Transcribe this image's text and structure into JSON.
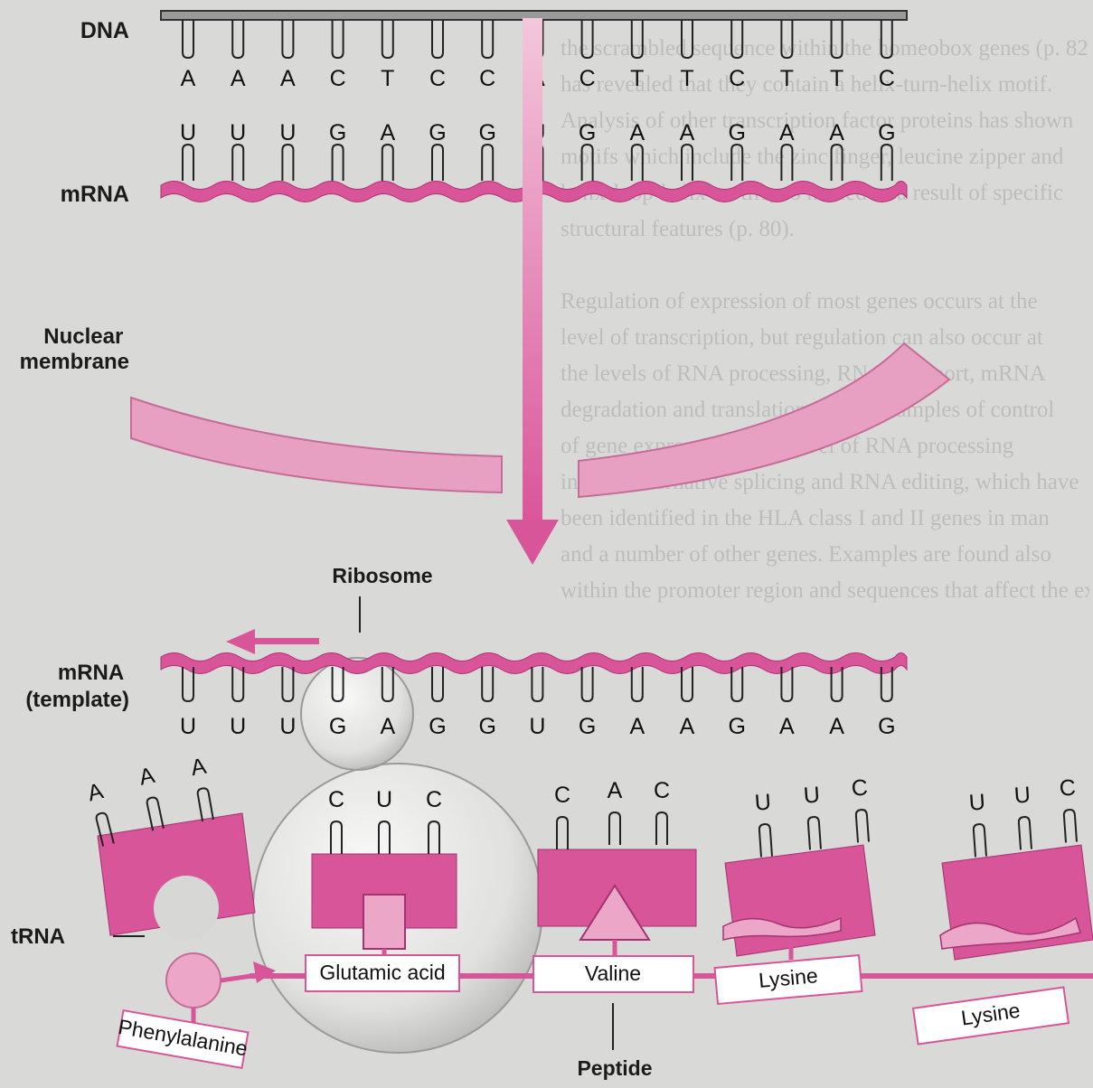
{
  "background_text": [
    "the scrambled sequence within the homeobox genes (p. 82",
    "has revealed that they contain a helix-turn-helix motif.",
    "Analysis of other transcription factor proteins has shown",
    "motifs which include the zinc finger, leucine zipper and",
    "helix-loop-helix motifs, so named as a result of specific",
    "structural features (p. 80).",
    "Regulation of expression of most genes occurs at the",
    "level of transcription, but regulation can also occur at",
    "the levels of RNA processing, RNA transport, mRNA",
    "degradation and translation. Some examples of control",
    "of gene expression at the level of RNA processing",
    "include alternative splicing and RNA editing, which have",
    "been identified in the HLA class I and II genes in man",
    "and a number of other genes. Examples are found also",
    "within the promoter region and sequences that affect the expression"
  ],
  "labels": {
    "dna": "DNA",
    "mrna": "mRNA",
    "nuclear_membrane": "Nuclear membrane",
    "ribosome": "Ribosome",
    "mrna_template": "mRNA (template)",
    "trna": "tRNA",
    "peptide": "Peptide"
  },
  "sequences": {
    "dna": [
      "A",
      "A",
      "A",
      "C",
      "T",
      "C",
      "C",
      "A",
      "C",
      "T",
      "T",
      "C",
      "T",
      "T",
      "C"
    ],
    "mrna": [
      "U",
      "U",
      "U",
      "G",
      "A",
      "G",
      "G",
      "U",
      "G",
      "A",
      "A",
      "G",
      "A",
      "A",
      "G"
    ],
    "mrna_template": [
      "U",
      "U",
      "U",
      "G",
      "A",
      "G",
      "G",
      "U",
      "G",
      "A",
      "A",
      "G",
      "A",
      "A",
      "G"
    ]
  },
  "anticodons": [
    {
      "bases": [
        "A",
        "A",
        "A"
      ]
    },
    {
      "bases": [
        "C",
        "U",
        "C"
      ]
    },
    {
      "bases": [
        "C",
        "A",
        "C"
      ]
    },
    {
      "bases": [
        "U",
        "U",
        "C"
      ]
    },
    {
      "bases": [
        "U",
        "U",
        "C"
      ]
    }
  ],
  "amino_acids": [
    "Phenylalanine",
    "Glutamic acid",
    "Valine",
    "Lysine",
    "Lysine"
  ],
  "colors": {
    "accent": "#d9559a",
    "accent_light": "#eca7c8",
    "membrane": "#e8a0c2",
    "ink": "#1b1b1b"
  }
}
